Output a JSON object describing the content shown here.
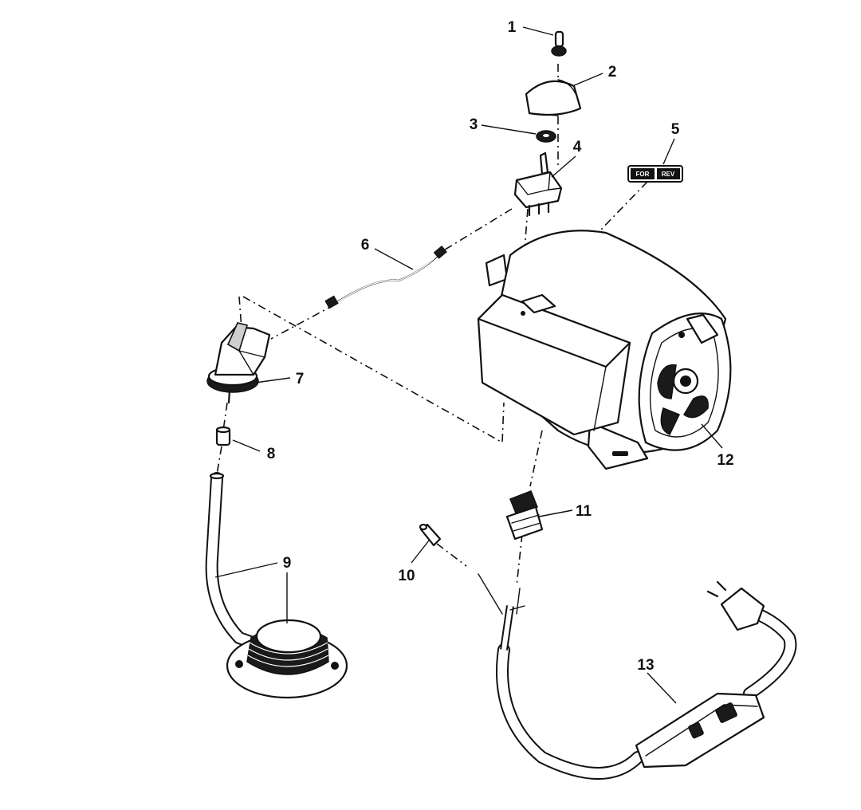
{
  "callouts": [
    "1",
    "2",
    "3",
    "4",
    "5",
    "6",
    "7",
    "8",
    "9",
    "10",
    "11",
    "12",
    "13"
  ],
  "decal": {
    "left": "FOR",
    "right": "REV"
  }
}
